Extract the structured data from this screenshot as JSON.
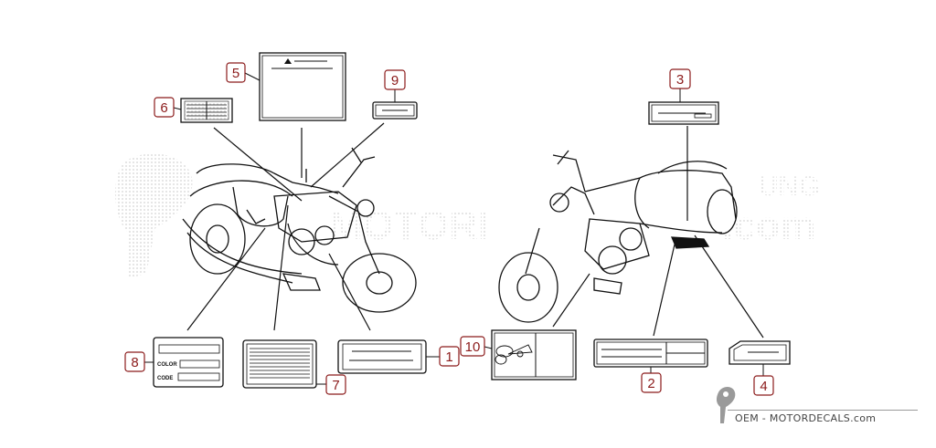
{
  "callouts": [
    "1",
    "2",
    "3",
    "4",
    "5",
    "6",
    "7",
    "8",
    "9",
    "10"
  ],
  "label8": {
    "color": "COLOR",
    "code": "CODE"
  },
  "watermark": {
    "left": "MOTORI",
    "right": ".com",
    "upper": "UNG"
  },
  "footer": {
    "text": "OEM - MOTORDECALS.com"
  },
  "colors": {
    "callout": "#8b1a1a",
    "line": "#111111",
    "watermark": "#d9d9d9"
  }
}
